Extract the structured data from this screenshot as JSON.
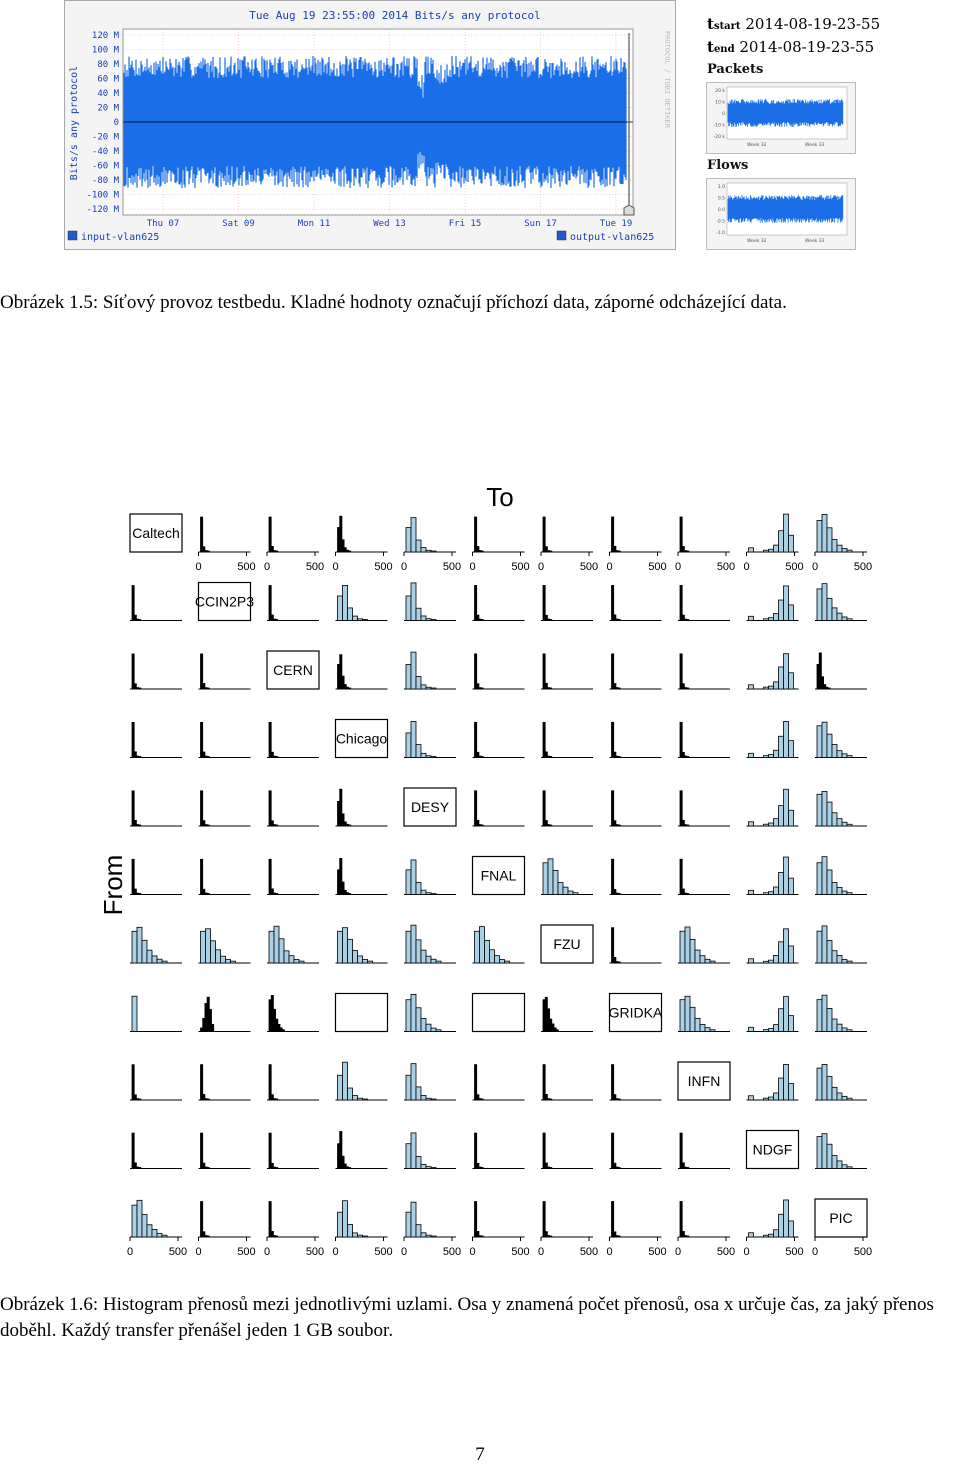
{
  "figure1": {
    "graph_title": "Tue Aug 19 23:55:00 2014 Bits/s any protocol",
    "y_axis_label": "Bits/s any protocol",
    "side_label": "PROTOCOL / TOBI OETIKER",
    "y_ticks": [
      "120 M",
      "100 M",
      "80 M",
      "60 M",
      "40 M",
      "20 M",
      "0",
      "-20 M",
      "-40 M",
      "-60 M",
      "-80 M",
      "-100 M",
      "-120 M"
    ],
    "x_ticks": [
      "Thu 07",
      "Sat 09",
      "Mon 11",
      "Wed 13",
      "Fri 15",
      "Sun 17",
      "Tue 19"
    ],
    "legend": [
      {
        "label": "input-vlan625",
        "color": "#1f5ad1"
      },
      {
        "label": "output-vlan625",
        "color": "#1f5ad1"
      }
    ],
    "series_color": "#1a6fe8",
    "t_start_label": "start",
    "t_start_value": "2014-08-19-23-55",
    "t_end_label": "end",
    "t_end_value": "2014-08-19-23-55",
    "packets_title": "Packets",
    "flows_title": "Flows",
    "packets_y_ticks": [
      "20 k",
      "10 k",
      "0",
      "-10 k",
      "-20 k"
    ],
    "flows_y_ticks": [
      "1.0",
      "0.5",
      "0.0",
      "-0.5",
      "-1.0"
    ],
    "mini_x_ticks": [
      "Week 32",
      "Week 33"
    ],
    "caption": "Obrázek 1.5: Síťový provoz testbedu. Kladné hodnoty označují příchozí data, záporné odcházející data."
  },
  "figure2": {
    "to_label": "To",
    "from_label": "From",
    "nodes": [
      "Caltech",
      "CCIN2P3",
      "CERN",
      "Chicago",
      "DESY",
      "FNAL",
      "FZU",
      "GRIDKA",
      "INFN",
      "NDGF",
      "PIC"
    ],
    "x_tick_labels": [
      "0",
      "500"
    ],
    "colors": {
      "light": "#a8d0e6",
      "dark": "#000000"
    },
    "caption": "Obrázek 1.6: Histogram přenosů mezi jednotlivými uzlami. Osa y znamená počet přenosů, osa x určuje čas, za jaký přenos doběhl. Každý transfer přenášel jeden 1 GB soubor."
  },
  "page_number": "7"
}
